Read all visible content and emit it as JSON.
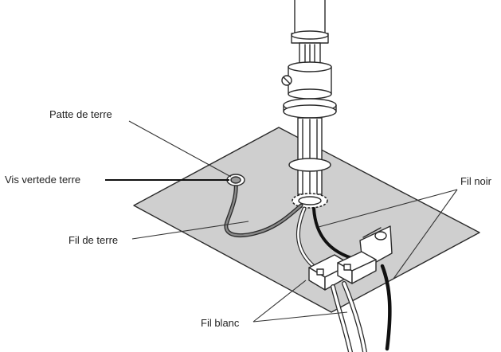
{
  "labels": {
    "patte_de_terre": "Patte de terre",
    "vis_verte": "Vis vertede terre",
    "fil_de_terre": "Fil de terre",
    "fil_noir": "Fil noir",
    "fil_blanc": "Fil blanc"
  },
  "colors": {
    "plate": "#cfcfcf",
    "background": "#ffffff",
    "ink": "#2a2a2a"
  }
}
